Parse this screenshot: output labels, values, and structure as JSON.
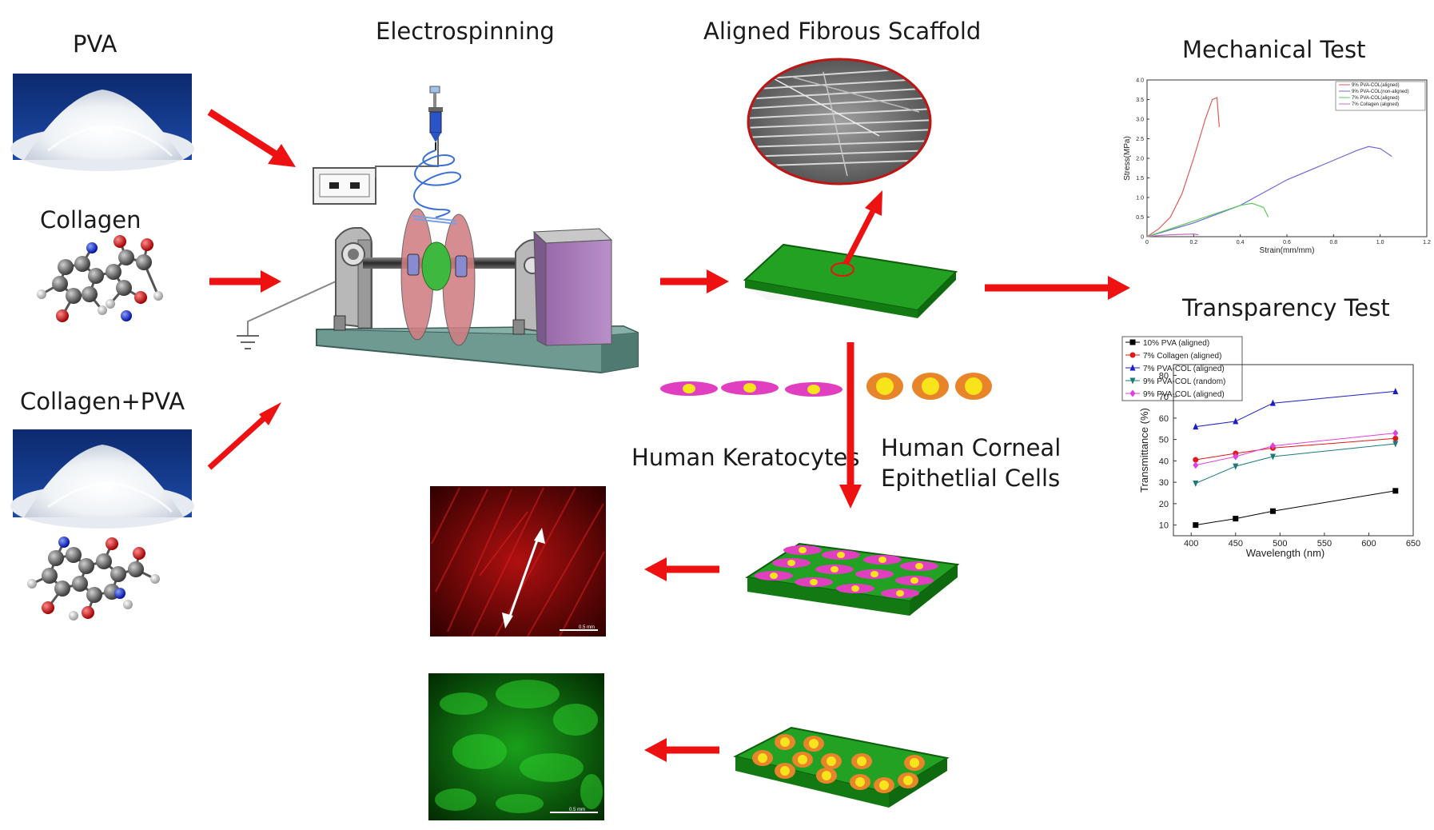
{
  "labels": {
    "pva": "PVA",
    "collagen": "Collagen",
    "collagen_pva": "Collagen+PVA",
    "electrospinning": "Electrospinning",
    "aligned_scaffold": "Aligned Fibrous Scaffold",
    "mechanical_test": "Mechanical Test",
    "transparency_test": "Transparency Test",
    "keratocytes": "Human Keratocytes",
    "corneal_line1": "Human Corneal",
    "corneal_line2": "Epithetlial Cells",
    "scale_red": "0.5 mm",
    "scale_green": "0.5 mm"
  },
  "colors": {
    "arrow": "#ee1111",
    "scaffold": "#1e9e1e",
    "keratocyte": "#e040c0",
    "epithelial_outer": "#e8842a",
    "epithelial_inner": "#f7e41a"
  },
  "chart_data": [
    {
      "type": "line",
      "title": "Mechanical Test",
      "xlabel": "Strain(mm/mm)",
      "ylabel": "Stress(MPa)",
      "xlim": [
        0,
        1.2
      ],
      "ylim": [
        0,
        4.0
      ],
      "xticks": [
        "0",
        "0.2",
        "0.4",
        "0.6",
        "0.8",
        "1.0",
        "1.2"
      ],
      "yticks": [
        "0",
        "0.5",
        "1.0",
        "1.5",
        "2.0",
        "2.5",
        "3.0",
        "3.5",
        "4.0"
      ],
      "legend_position": "top-right",
      "series": [
        {
          "name": "9% PVA-COL(aligned)",
          "color": "#e05a5a",
          "x": [
            0,
            0.05,
            0.1,
            0.15,
            0.2,
            0.25,
            0.28,
            0.3,
            0.31
          ],
          "y": [
            0,
            0.2,
            0.5,
            1.1,
            2.0,
            3.0,
            3.5,
            3.55,
            2.8
          ]
        },
        {
          "name": "9% PVA-COL(non-aligned)",
          "color": "#6b6bd6",
          "x": [
            0,
            0.2,
            0.4,
            0.6,
            0.8,
            0.9,
            0.95,
            1.0,
            1.05
          ],
          "y": [
            0,
            0.35,
            0.8,
            1.45,
            1.95,
            2.2,
            2.3,
            2.25,
            2.05
          ]
        },
        {
          "name": "7% PVA-COL(aligned)",
          "color": "#5ac85a",
          "x": [
            0,
            0.1,
            0.2,
            0.3,
            0.4,
            0.45,
            0.5,
            0.52
          ],
          "y": [
            0,
            0.2,
            0.4,
            0.6,
            0.8,
            0.85,
            0.75,
            0.5
          ]
        },
        {
          "name": "7% Collagen (aligned)",
          "color": "#c070c0",
          "x": [
            0,
            0.05,
            0.1,
            0.15,
            0.2,
            0.22
          ],
          "y": [
            0,
            0.03,
            0.05,
            0.06,
            0.07,
            0.05
          ]
        }
      ]
    },
    {
      "type": "line",
      "title": "Transparency Test",
      "xlabel": "Wavelength (nm)",
      "ylabel": "Transmittance (%)",
      "xlim": [
        380,
        650
      ],
      "ylim": [
        5,
        85
      ],
      "xticks": [
        "400",
        "450",
        "500",
        "550",
        "600",
        "650"
      ],
      "yticks": [
        "10",
        "20",
        "30",
        "40",
        "50",
        "60",
        "70",
        "80"
      ],
      "legend_position": "top-left",
      "x": [
        405,
        450,
        492,
        630
      ],
      "series": [
        {
          "name": "10% PVA (aligned)",
          "color": "#000000",
          "marker": "square",
          "values": [
            10,
            13,
            16.5,
            26
          ]
        },
        {
          "name": "7% Collagen (aligned)",
          "color": "#e01818",
          "marker": "circle",
          "values": [
            40.5,
            43.5,
            46,
            50.5
          ]
        },
        {
          "name": "7% PVA-COL (aligned)",
          "color": "#1c1cc8",
          "marker": "triangle-up",
          "values": [
            56,
            58.5,
            67,
            72.5
          ]
        },
        {
          "name": "9% PVA-COL (random)",
          "color": "#1a7a7a",
          "marker": "triangle-down",
          "values": [
            29.5,
            37.5,
            42,
            48
          ]
        },
        {
          "name": "9% PVA-COL (aligned)",
          "color": "#e040e0",
          "marker": "diamond",
          "values": [
            38,
            42,
            47,
            53
          ]
        }
      ]
    }
  ]
}
